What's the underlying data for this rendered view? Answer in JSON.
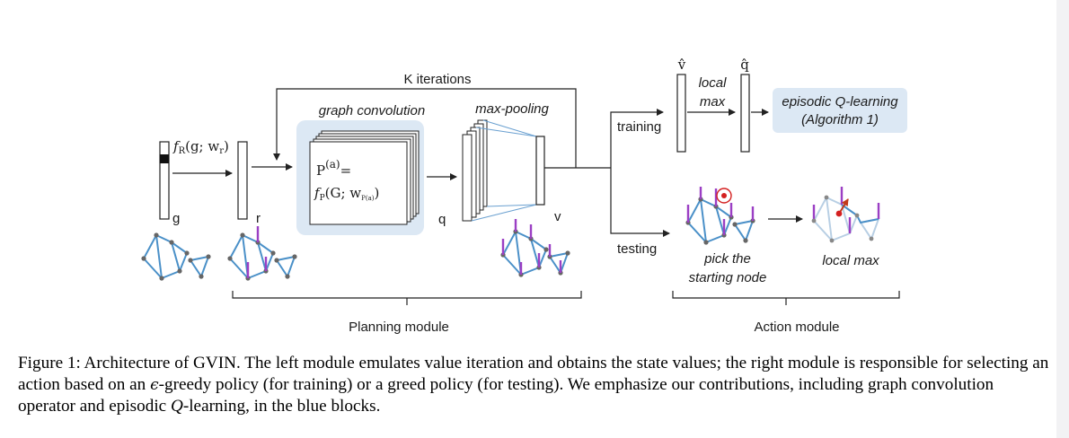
{
  "diagram": {
    "k_iterations": "K iterations",
    "graph_convolution": "graph convolution",
    "max_pooling": "max-pooling",
    "reward_fn": "f",
    "reward_fn_sub": "R",
    "reward_fn_args": "(g; w",
    "reward_fn_args_sub": "r",
    "reward_fn_close": ")",
    "label_g": "g",
    "label_r": "r",
    "label_q": "q",
    "label_v": "v",
    "conv_P": "P",
    "conv_P_sup": "(a)",
    "conv_eq": "=",
    "conv_f": "f",
    "conv_f_sub": "P",
    "conv_args": "(G; w",
    "conv_args_sub": "P(a)",
    "conv_close": ")",
    "training": "training",
    "testing": "testing",
    "v_hat": "v̂",
    "q_hat": "q̂",
    "local_max_1": "local",
    "local_max_2": "max",
    "episodic_1": "episodic Q-learning",
    "episodic_2": "(Algorithm 1)",
    "pick_1": "pick the",
    "pick_2": "starting node",
    "local_max": "local max",
    "planning_module": "Planning module",
    "action_module": "Action module"
  },
  "caption": {
    "p1": "Figure 1: Architecture of GVIN. The left module emulates value iteration and obtains the state values; the right module is responsible for selecting an action based on an ",
    "eps": "ϵ",
    "p2": "-greedy policy (for training) or a greed policy (for testing). We emphasize our contributions, including graph convolution operator and episodic ",
    "Q": "Q",
    "p3": "-learning, in the blue blocks."
  },
  "colors": {
    "blue_block": "#dce8f4",
    "graph_edge": "#4a90c8",
    "graph_node": "#666666",
    "value_bar": "#9b3fc4",
    "highlight": "#d42020",
    "arrow": "#222222"
  }
}
